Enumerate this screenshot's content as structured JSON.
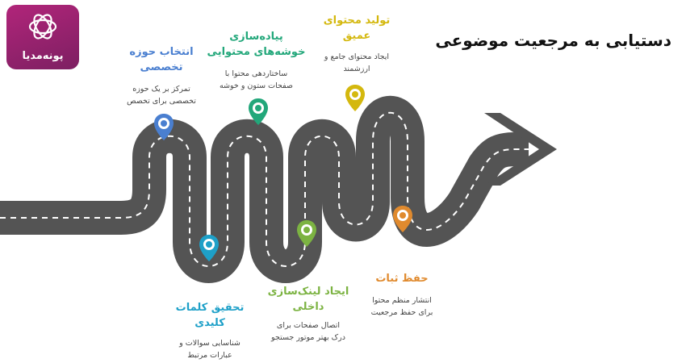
{
  "brand": {
    "name": "پونه‌مدیا"
  },
  "title": "دستیابی به مرجعیت موضوعی",
  "steps": [
    {
      "title": "انتخاب حوزه\nتخصصی",
      "desc": "تمرکز بر یک حوزه\nتخصصی برای تخصص",
      "color": "#4a7fd0",
      "icon": "location-pin-icon"
    },
    {
      "title": "تحقیق کلمات\nکلیدی",
      "desc": "شناسایی سوالات و\nعبارات مرتبط",
      "color": "#1ea0c8",
      "icon": "location-pin-icon"
    },
    {
      "title": "پیاده‌سازی\nخوشه‌های محتوایی",
      "desc": "ساختاردهی محتوا با\nصفحات ستون و خوشه",
      "color": "#22a77a",
      "icon": "location-pin-icon"
    },
    {
      "title": "ایجاد لینک‌سازی\nداخلی",
      "desc": "اتصال صفحات برای\nدرک بهتر موتور جستجو",
      "color": "#7cb342",
      "icon": "location-pin-icon"
    },
    {
      "title": "تولید محتوای\nعمیق",
      "desc": "ایجاد محتوای جامع و\nارزشمند",
      "color": "#d4b80e",
      "icon": "location-pin-icon"
    },
    {
      "title": "حفظ ثبات",
      "desc": "انتشار منظم محتوا\nبرای حفظ مرجعیت",
      "color": "#e08a2e",
      "icon": "location-pin-icon"
    }
  ]
}
